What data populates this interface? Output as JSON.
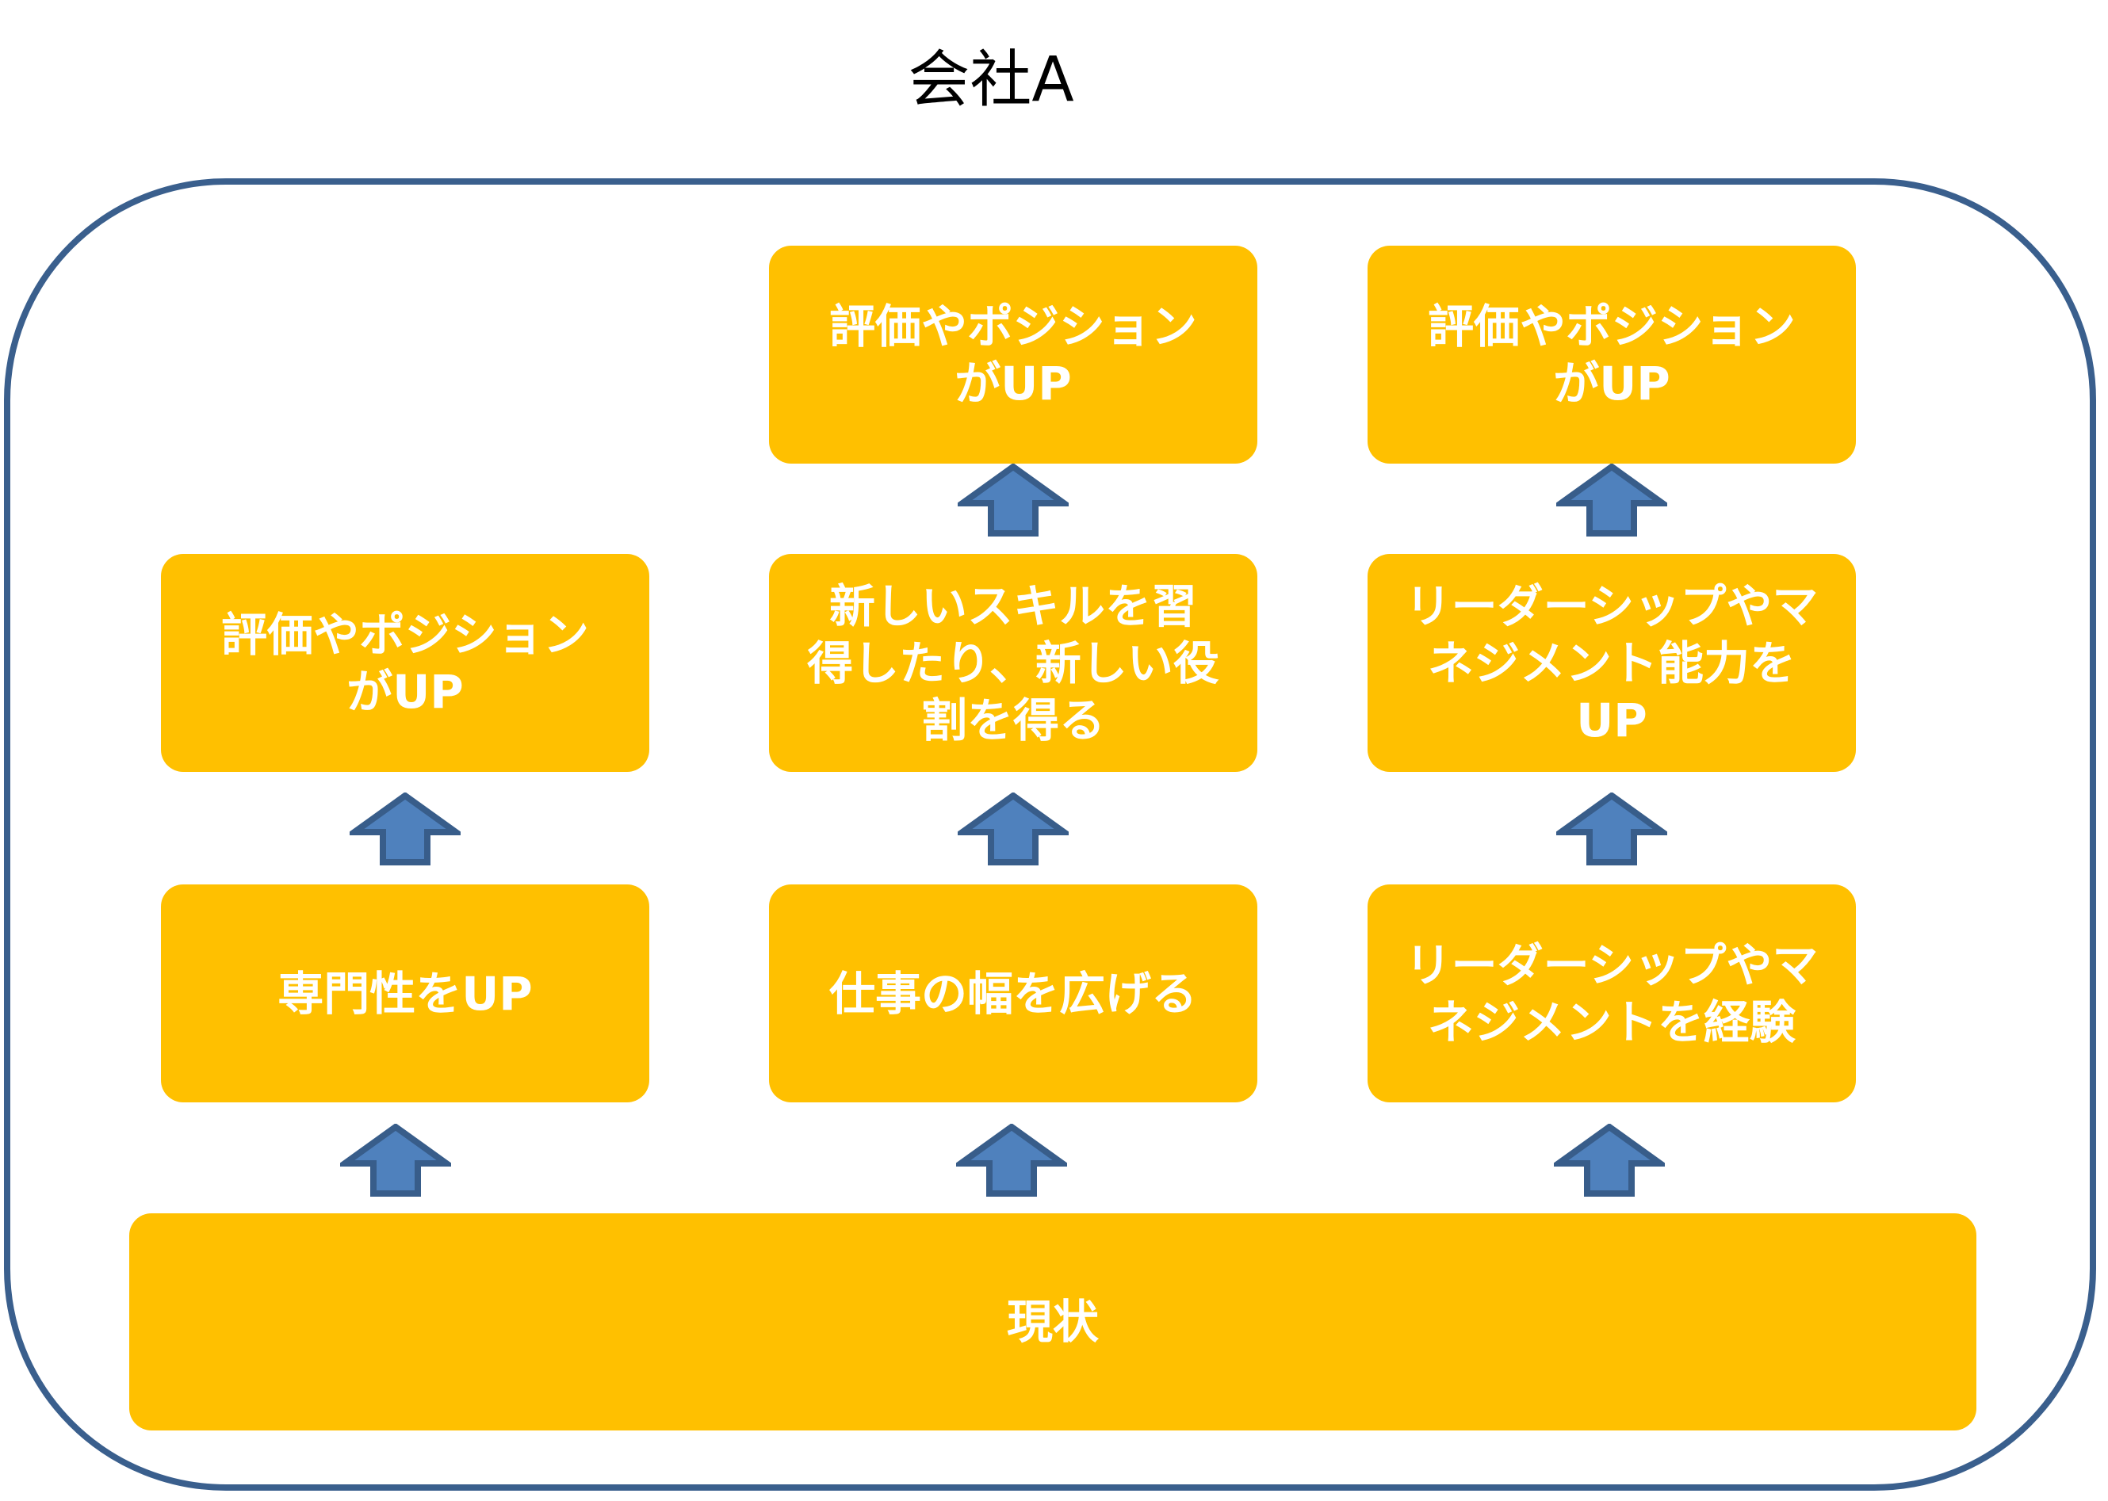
{
  "title": "会社A",
  "colors": {
    "box_fill": "#FFC000",
    "box_text": "#FFFFFF",
    "arrow_fill": "#4F81BD",
    "arrow_stroke": "#385D8A",
    "frame_stroke": "#3A5F8D"
  },
  "base": {
    "label": "現状"
  },
  "columns": [
    {
      "steps": [
        {
          "label": "専門性をUP"
        },
        {
          "label": "評価やポジション\nがUP"
        }
      ]
    },
    {
      "steps": [
        {
          "label": "仕事の幅を広げる"
        },
        {
          "label": "新しいスキルを習\n得したり、新しい役\n割を得る"
        },
        {
          "label": "評価やポジション\nがUP"
        }
      ]
    },
    {
      "steps": [
        {
          "label": "リーダーシップやマ\nネジメントを経験"
        },
        {
          "label": "リーダーシップやマ\nネジメント能力を\nUP"
        },
        {
          "label": "評価やポジション\nがUP"
        }
      ]
    }
  ],
  "arrows": [
    {
      "icon": "up-arrow-icon"
    }
  ]
}
